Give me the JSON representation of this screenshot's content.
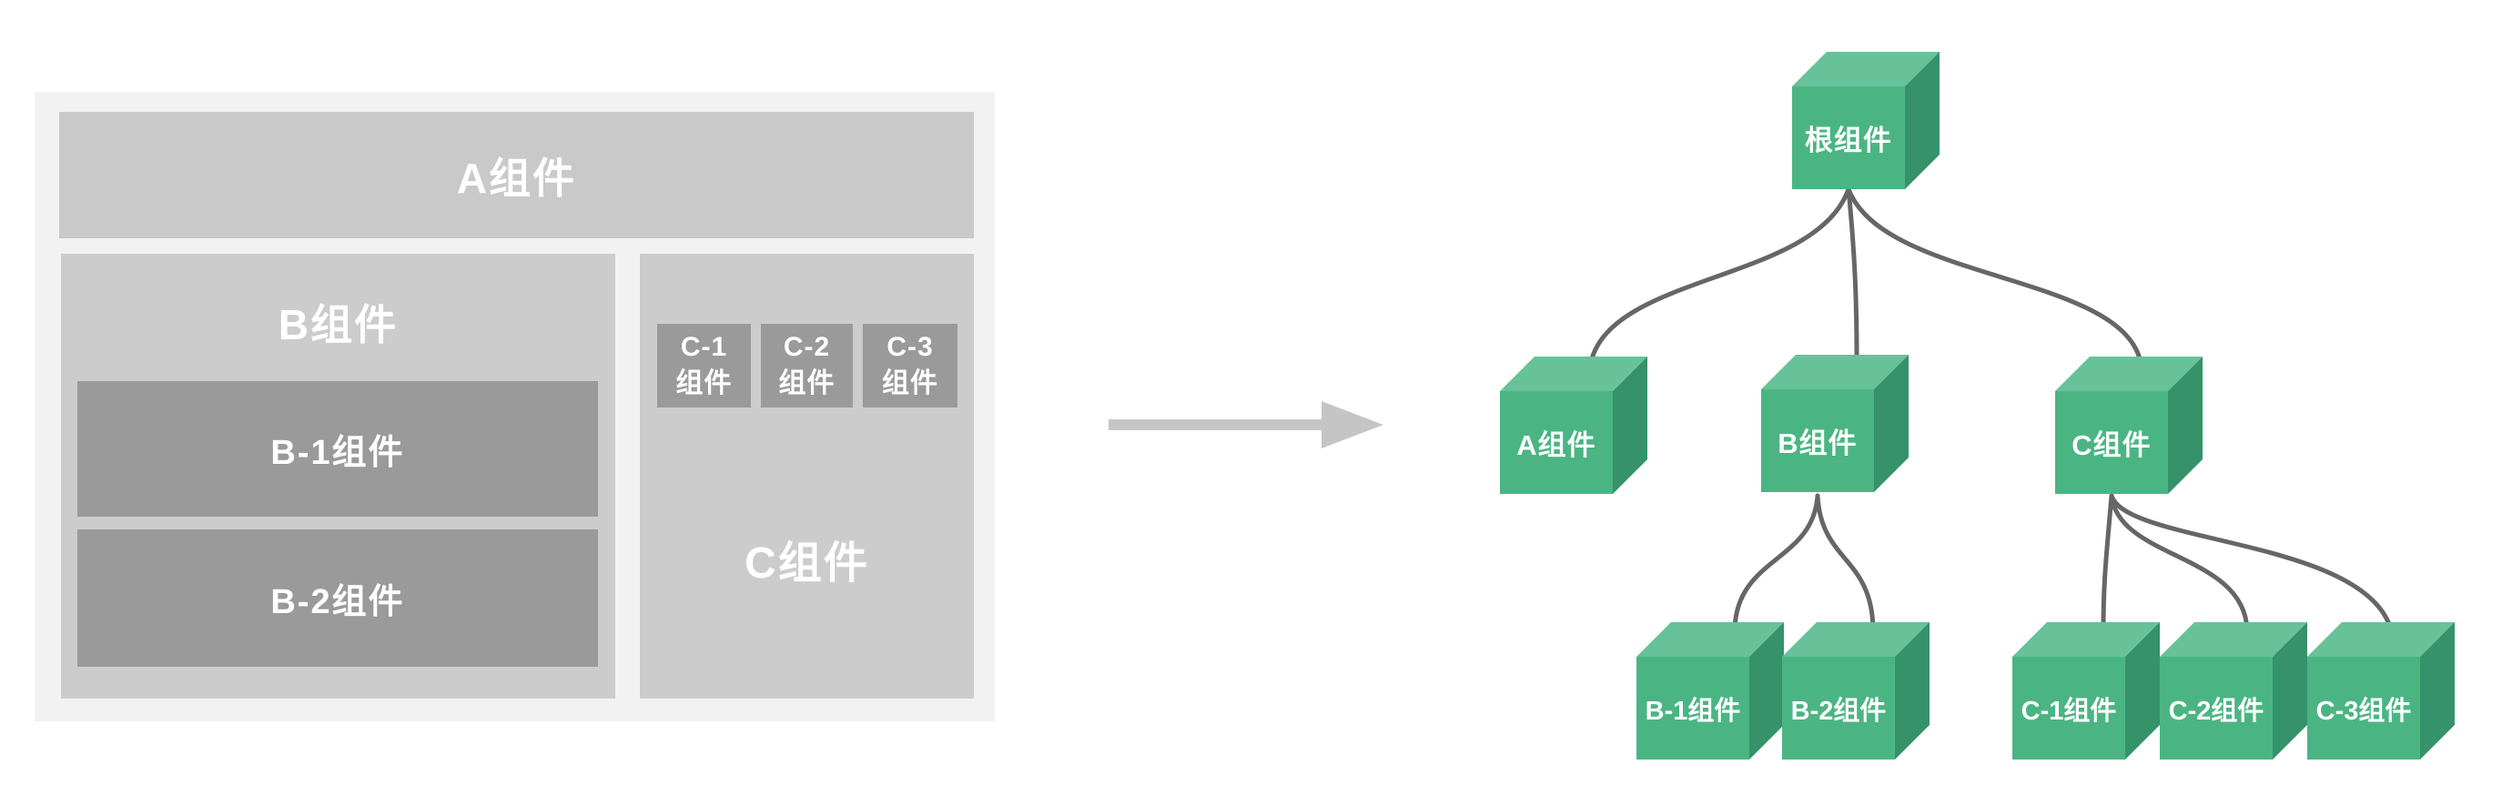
{
  "left_panel": {
    "a_label": "A组件",
    "b_label": "B组件",
    "b1_label": "B-1组件",
    "b2_label": "B-2组件",
    "c_label": "C组件",
    "c_children": [
      {
        "line1": "C-1",
        "line2": "组件"
      },
      {
        "line1": "C-2",
        "line2": "组件"
      },
      {
        "line1": "C-3",
        "line2": "组件"
      }
    ]
  },
  "arrow": {
    "direction": "right"
  },
  "tree": {
    "nodes": [
      {
        "id": "root",
        "label": "根组件"
      },
      {
        "id": "a",
        "label": "A组件"
      },
      {
        "id": "b",
        "label": "B组件"
      },
      {
        "id": "c",
        "label": "C组件"
      },
      {
        "id": "b1",
        "label": "B-1组件"
      },
      {
        "id": "b2",
        "label": "B-2组件"
      },
      {
        "id": "c1",
        "label": "C-1组件"
      },
      {
        "id": "c2",
        "label": "C-2组件"
      },
      {
        "id": "c3",
        "label": "C-3组件"
      }
    ],
    "edges": [
      [
        "root",
        "a"
      ],
      [
        "root",
        "b"
      ],
      [
        "root",
        "c"
      ],
      [
        "b",
        "b1"
      ],
      [
        "b",
        "b2"
      ],
      [
        "c",
        "c1"
      ],
      [
        "c",
        "c2"
      ],
      [
        "c",
        "c3"
      ]
    ]
  },
  "colors": {
    "panel_bg": "#f2f2f2",
    "box_light": "#c9c9c9",
    "box_mid": "#cccccc",
    "box_dark": "#9a9a9a",
    "label_text": "#ffffff",
    "arrow": "#c5c5c5",
    "cube_front": "#4ab583",
    "cube_top": "#67c299",
    "cube_side": "#35926b",
    "connector": "#666666"
  }
}
